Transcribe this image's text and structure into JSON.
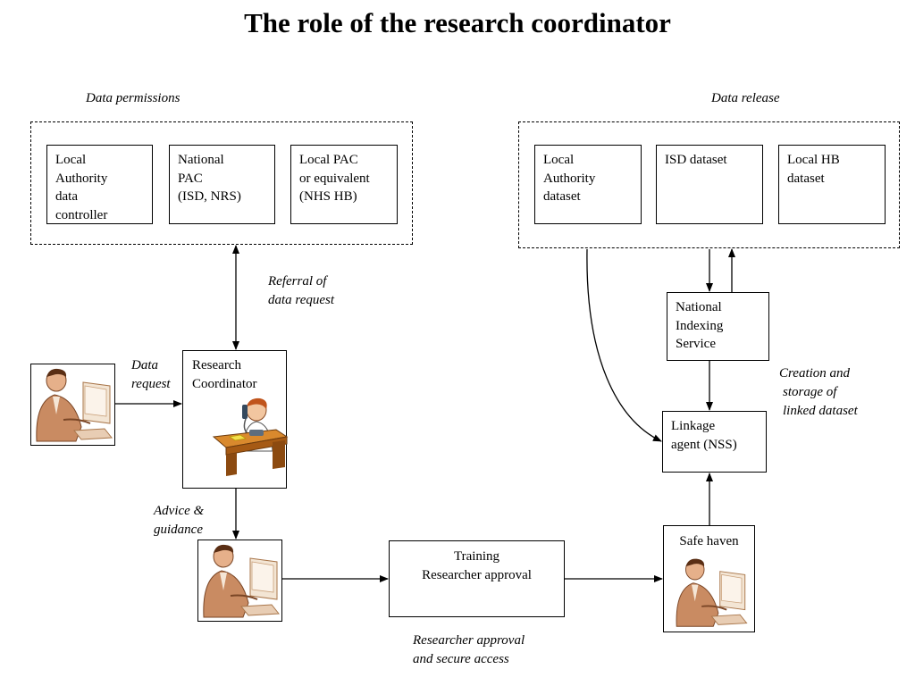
{
  "title": "The role of the research coordinator",
  "captions": {
    "data_permissions": "Data permissions",
    "data_release": "Data release",
    "referral": [
      "Referral of",
      "data request"
    ],
    "data_request": [
      "Data",
      "request"
    ],
    "advice": [
      "Advice &",
      "guidance"
    ],
    "creation": [
      "Creation and",
      "storage of",
      "linked dataset"
    ],
    "secure_access": [
      "Researcher approval",
      "and secure access"
    ]
  },
  "permissions": [
    [
      "Local",
      "Authority",
      "data",
      "controller"
    ],
    [
      "National",
      "PAC",
      "(ISD, NRS)"
    ],
    [
      "Local PAC",
      "or equivalent",
      "(NHS HB)"
    ]
  ],
  "release": [
    [
      "Local",
      "Authority",
      "dataset"
    ],
    [
      "ISD dataset"
    ],
    [
      "Local HB",
      "dataset"
    ]
  ],
  "nodes": {
    "coordinator": [
      "Research",
      "Coordinator"
    ],
    "indexing": [
      "National",
      "Indexing",
      "Service"
    ],
    "linkage": [
      "Linkage",
      "agent (NSS)"
    ],
    "training": [
      "Training",
      "Researcher approval"
    ],
    "safe_haven": "Safe haven"
  },
  "icons": {
    "researcher": "person-at-computer-icon",
    "coordinator": "person-on-phone-at-desk-icon"
  }
}
